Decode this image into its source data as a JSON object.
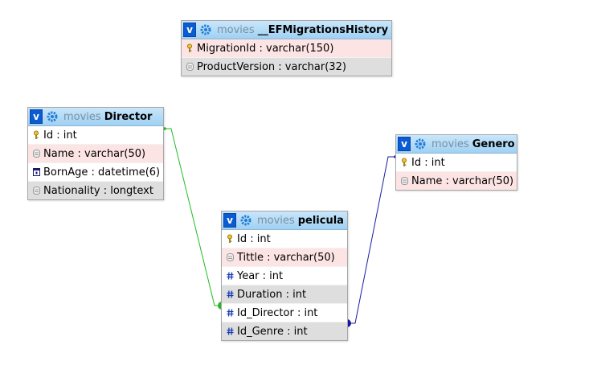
{
  "tables": {
    "ef": {
      "schema": "movies",
      "name": "__EFMigrationsHistory",
      "columns": [
        {
          "text": "MigrationId : varchar(150)",
          "icon": "key-icon"
        },
        {
          "text": "ProductVersion : varchar(32)",
          "icon": "text-column-icon"
        }
      ]
    },
    "director": {
      "schema": "movies",
      "name": "Director",
      "columns": [
        {
          "text": "Id : int",
          "icon": "key-icon"
        },
        {
          "text": "Name : varchar(50)",
          "icon": "text-column-icon"
        },
        {
          "text": "BornAge : datetime(6)",
          "icon": "date-column-icon"
        },
        {
          "text": "Nationality : longtext",
          "icon": "text-column-icon"
        }
      ]
    },
    "genero": {
      "schema": "movies",
      "name": "Genero",
      "columns": [
        {
          "text": "Id : int",
          "icon": "key-icon"
        },
        {
          "text": "Name : varchar(50)",
          "icon": "text-column-icon"
        }
      ]
    },
    "pelicula": {
      "schema": "movies",
      "name": "pelicula",
      "columns": [
        {
          "text": "Id : int",
          "icon": "key-icon"
        },
        {
          "text": "Tittle : varchar(50)",
          "icon": "text-column-icon"
        },
        {
          "text": "Year : int",
          "icon": "numeric-column-icon"
        },
        {
          "text": "Duration : int",
          "icon": "numeric-column-icon"
        },
        {
          "text": "Id_Director : int",
          "icon": "numeric-column-icon"
        },
        {
          "text": "Id_Genre : int",
          "icon": "numeric-column-icon"
        }
      ]
    }
  },
  "colors": {
    "relation_director": "#22bb22",
    "relation_genero": "#1a1aa6",
    "header_badge": "#0b5bd3",
    "row_alt": "#fde4e4",
    "row_gray": "#dedede"
  }
}
